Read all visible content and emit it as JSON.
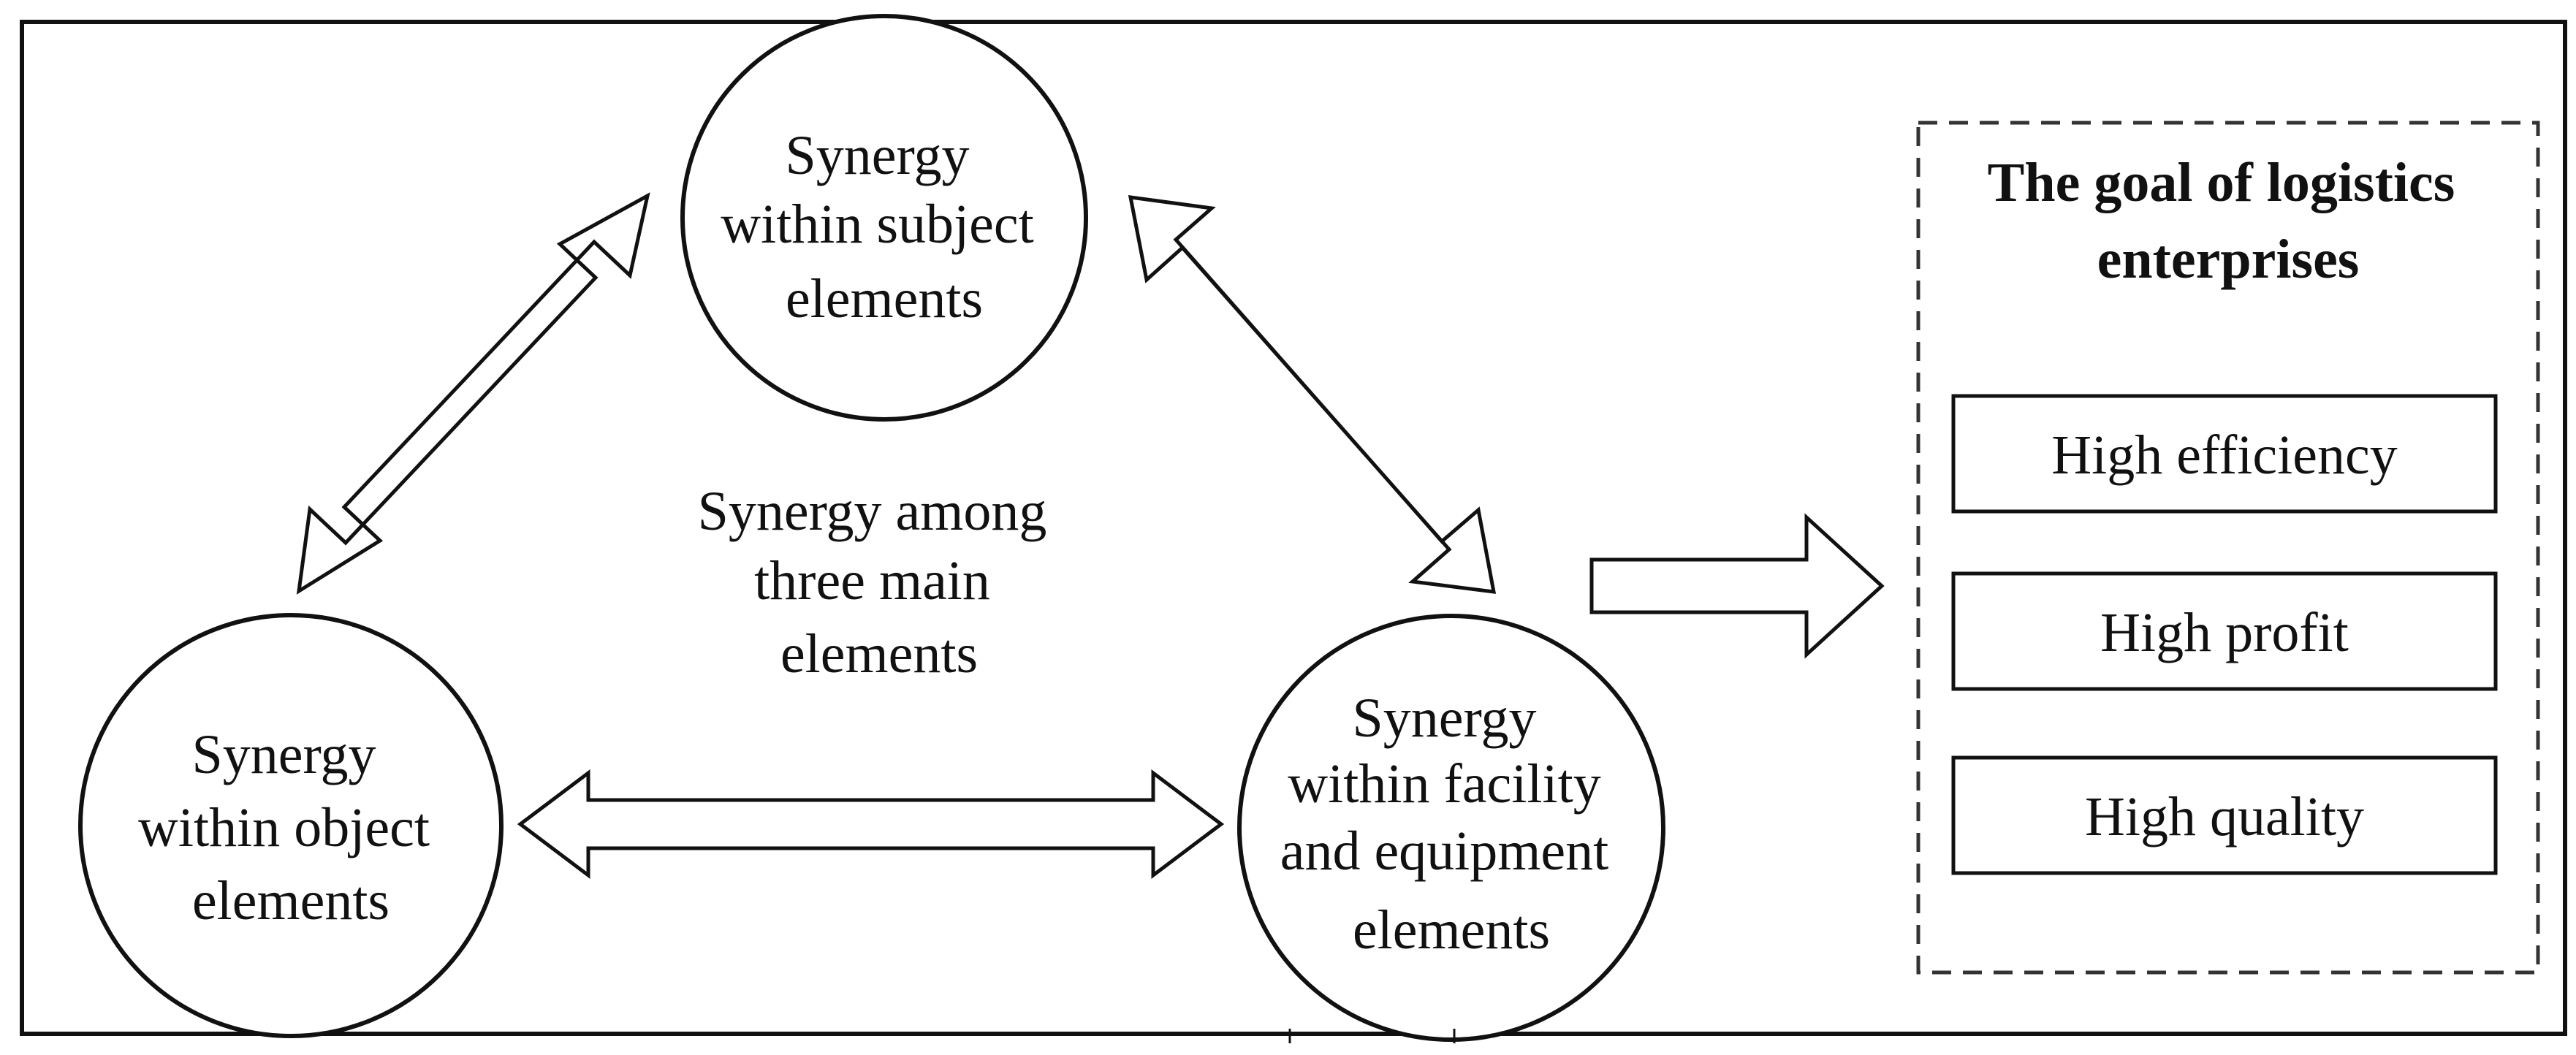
{
  "diagram": {
    "nodes": {
      "subject": {
        "lines": [
          "Synergy",
          "within subject",
          "elements"
        ]
      },
      "object": {
        "lines": [
          "Synergy",
          "within object",
          "elements"
        ]
      },
      "facility": {
        "lines": [
          "Synergy",
          "within facility",
          "and equipment",
          "elements"
        ]
      }
    },
    "center_label": {
      "lines": [
        "Synergy among",
        "three main",
        "elements"
      ]
    },
    "goal_panel": {
      "title_lines": [
        "The goal of logistics",
        "enterprises"
      ],
      "items": [
        "High efficiency",
        "High profit",
        "High quality"
      ]
    },
    "colors": {
      "stroke": "#111111",
      "background": "#ffffff",
      "dashed_border": "#333333"
    }
  }
}
